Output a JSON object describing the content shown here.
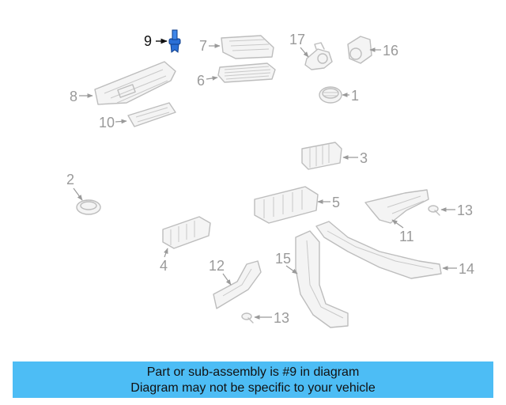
{
  "diagram": {
    "highlighted_part": "9",
    "callouts": [
      "1",
      "2",
      "3",
      "4",
      "5",
      "6",
      "7",
      "8",
      "9",
      "10",
      "11",
      "12",
      "13",
      "13",
      "14",
      "15",
      "16",
      "17"
    ]
  },
  "caption": {
    "line1": "Part or sub-assembly is #9 in diagram",
    "line2": "Diagram may not be specific to your vehicle"
  },
  "colors": {
    "caption_bg": "#4dbdf5",
    "highlight_part": "#2a6fd6",
    "line_art": "#bdbdbd",
    "callout_text": "#9a9a9a"
  }
}
